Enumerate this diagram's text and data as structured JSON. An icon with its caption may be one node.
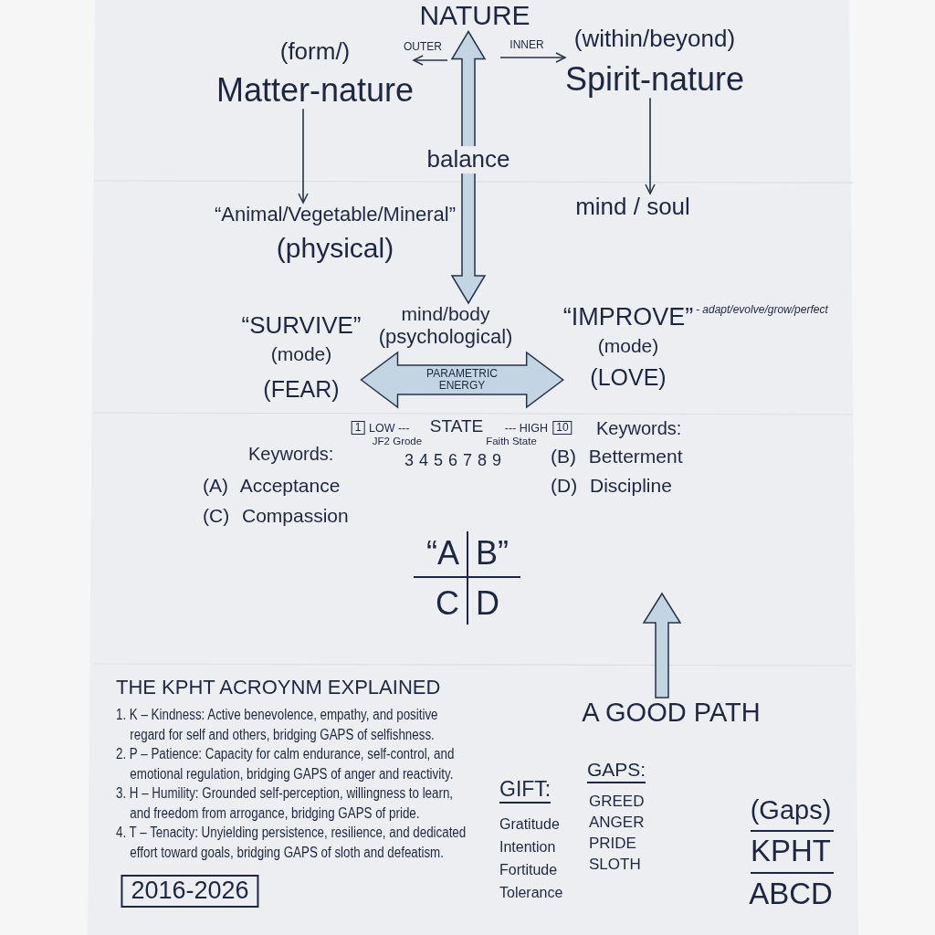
{
  "diagram": {
    "nodes": [
      {
        "text": [
          "NATURE"
        ]
      },
      {
        "text": [
          "(form/)",
          "Matter-nature"
        ]
      },
      {
        "text": [
          "(within/beyond)",
          "Spirit-nature"
        ]
      },
      {
        "text": [
          "“Animal/Vegetable/Mineral”",
          "(physical)"
        ]
      },
      {
        "text": [
          "mind / soul"
        ]
      },
      {
        "text": [
          "mind/body",
          "(psychological)"
        ]
      },
      {
        "text": [
          "“SURVIVE”",
          "(mode)",
          "(FEAR)"
        ]
      },
      {
        "text": [
          "“IMPROVE”",
          "(mode)",
          "(LOVE)"
        ],
        "beside": [
          "- adapt/evolve/grow/perfect"
        ]
      },
      {
        "text": [
          "1"
        ]
      },
      {
        "text": [
          "10"
        ]
      },
      {
        "text": [
          "A GOOD PATH"
        ]
      },
      {
        "text": [
          "2016-2026"
        ]
      }
    ],
    "edges": [
      {
        "from": null,
        "to": 1,
        "arrow": "to",
        "label": "OUTER"
      },
      {
        "from": null,
        "to": 2,
        "arrow": "to",
        "label": "INNER"
      },
      {
        "from": 1,
        "to": 3,
        "arrow": "to"
      },
      {
        "from": 2,
        "to": 4,
        "arrow": "to"
      },
      {
        "from": 0,
        "to": 5,
        "arrow": "both",
        "label": "balance",
        "style": "thick",
        "color": "#c3d4e3"
      },
      {
        "from": 6,
        "to": 7,
        "arrow": "both",
        "label": "PARAMETRIC ENERGY",
        "style": "thick",
        "color": "#c3d4e3"
      },
      {
        "from": 10,
        "to": null,
        "arrow": "to",
        "style": "thick",
        "color": "#c3d4e3"
      }
    ],
    "labels": [
      "LOW ---",
      "STATE",
      "--- HIGH",
      "JF2 Grode",
      "Faith State",
      "3 4 5 6 7 8 9",
      "Keywords:",
      "(A) Acceptance",
      "(C) Compassion",
      "Keywords:",
      "(B) Betterment",
      "(D) Discipline",
      "“A",
      "B”",
      "C",
      "D",
      "THE KPHT ACROYNM EXPLAINED",
      "1. K – Kindness: Active benevolence, empathy, and positive regard for self and others, bridging GAPS of selfishness.",
      "2. P – Patience: Capacity for calm endurance, self-control, and emotional regulation, bridging GAPS of anger and reactivity.",
      "3. H – Humility: Grounded self-perception, willingness to learn, and freedom from arrogance, bridging GAPS of pride.",
      "4. T – Tenacity: Unyielding persistence, resilience, and dedicated effort toward goals, bridging GAPS of sloth and defeatism.",
      "GIFT:",
      "Gratitude",
      "Intention",
      "Fortitude",
      "Tolerance",
      "GAPS:",
      "GREED",
      "ANGER",
      "PRIDE",
      "SLOTH",
      "(Gaps)",
      "KPHT",
      "ABCD"
    ]
  }
}
